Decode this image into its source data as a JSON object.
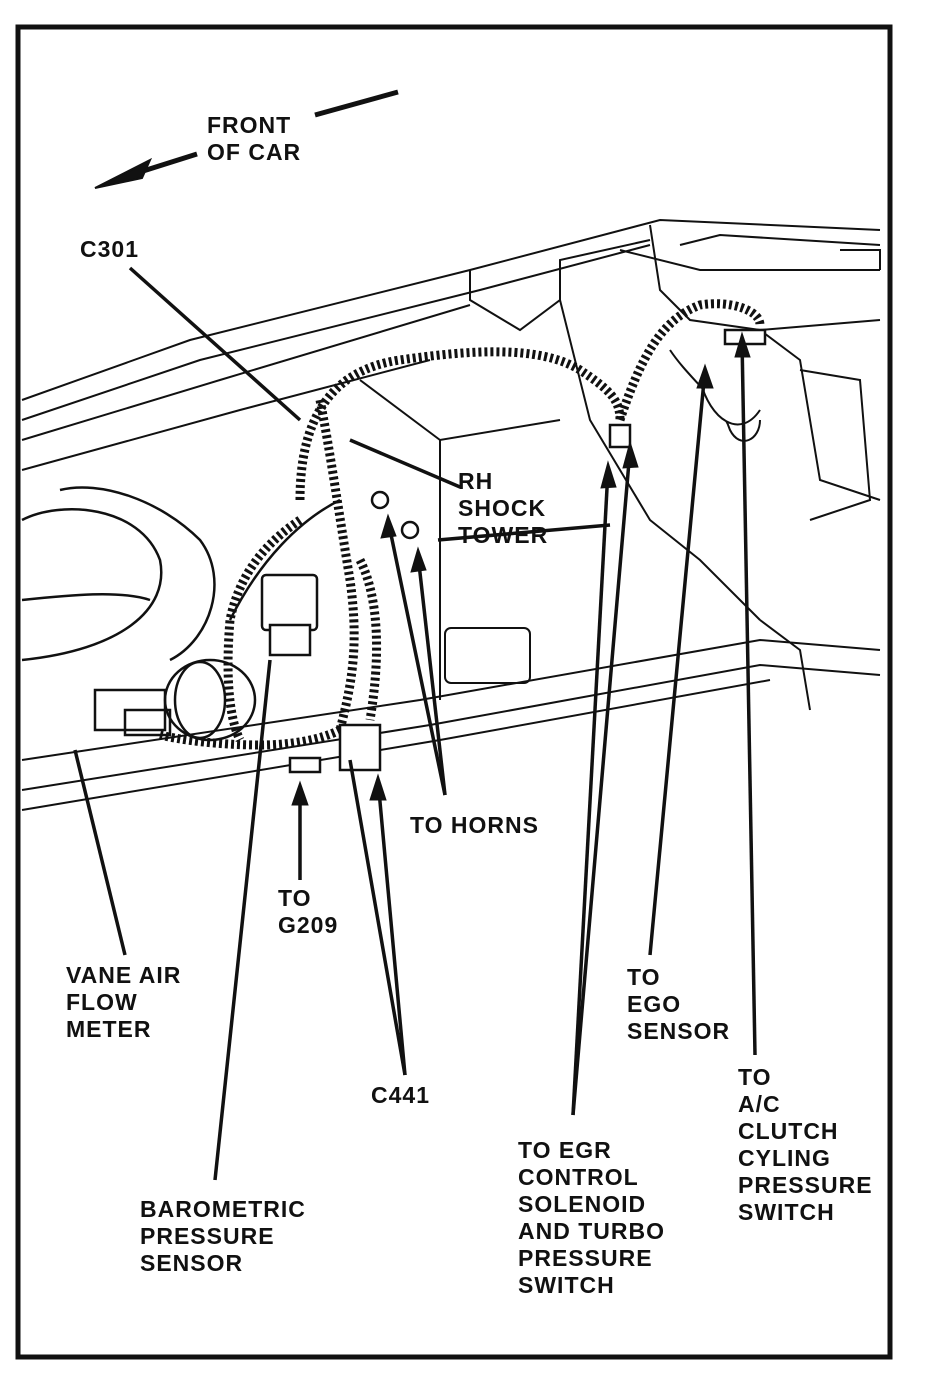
{
  "labels": {
    "front_of_car": "FRONT\nOF CAR",
    "c301": "C301",
    "rh_shock_tower": "RH\nSHOCK\nTOWER",
    "to_horns": "TO HORNS",
    "to_g209": "TO\nG209",
    "vane_air_flow_meter": "VANE AIR\nFLOW\nMETER",
    "c441": "C441",
    "barometric_pressure_sensor": "BAROMETRIC\nPRESSURE\nSENSOR",
    "to_egr": "TO EGR\nCONTROL\nSOLENOID\nAND TURBO\nPRESSURE\nSWITCH",
    "to_ego_sensor": "TO\nEGO\nSENSOR",
    "to_ac_clutch": "TO\nA/C\nCLUTCH\nCYLING\nPRESSURE\nSWITCH"
  },
  "colors": {
    "ink": "#111111",
    "paper": "#ffffff"
  }
}
